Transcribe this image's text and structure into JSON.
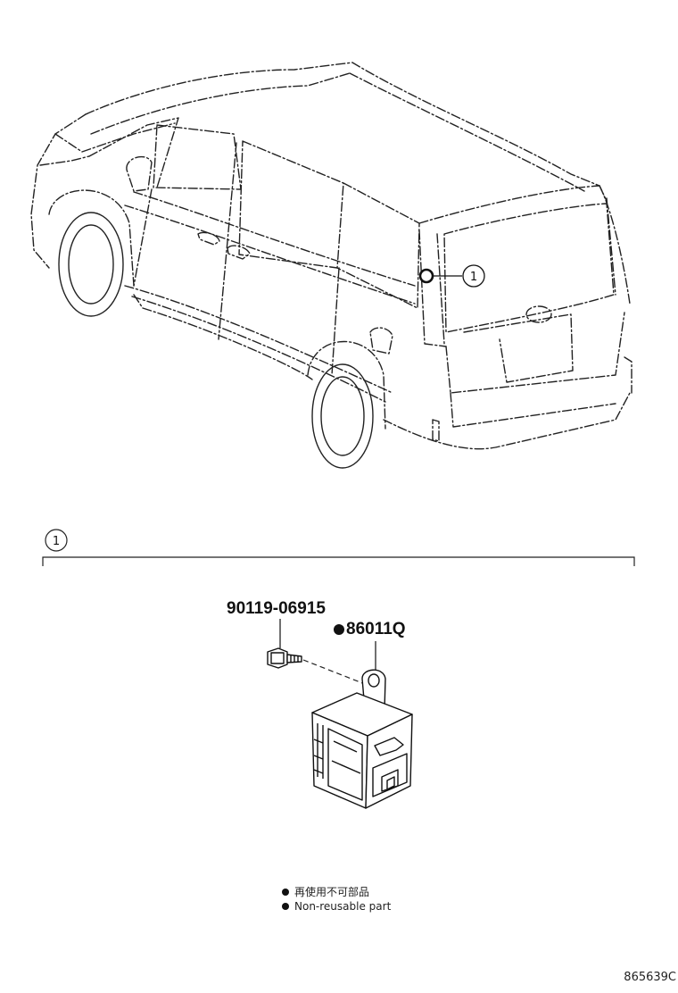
{
  "callout": {
    "number": "1"
  },
  "section": {
    "number": "1"
  },
  "parts": {
    "bolt": {
      "part_number": "90119-06915"
    },
    "module": {
      "part_number": "86011Q",
      "non_reusable": true
    }
  },
  "legend": {
    "text_jp": "再使用不可部品",
    "text_en": "Non-reusable part"
  },
  "diagram_code": "865639C"
}
